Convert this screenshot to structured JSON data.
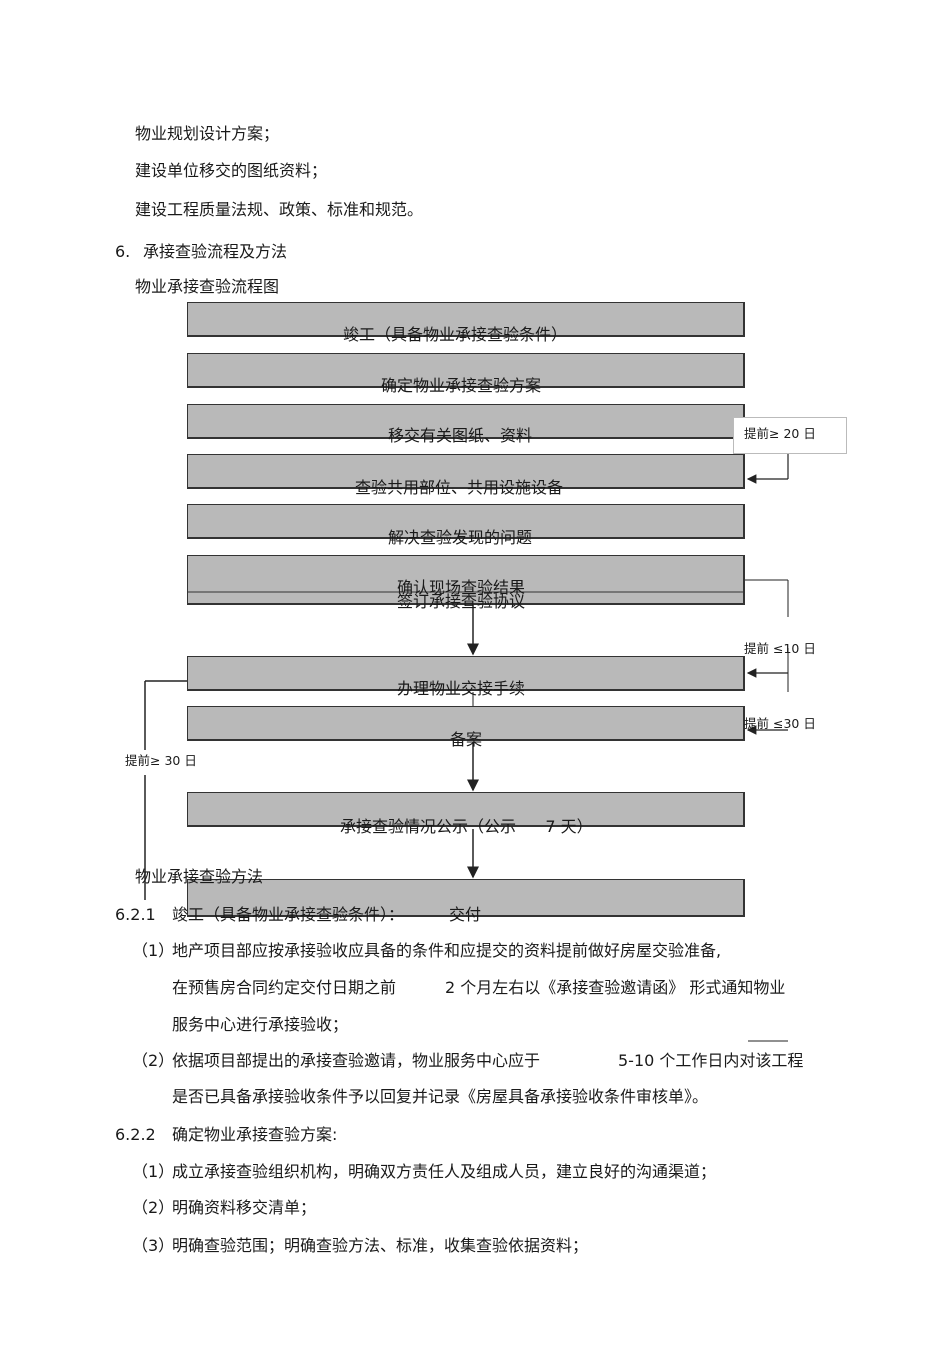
{
  "intro_list": [
    "物业规划设计方案；",
    "建设单位移交的图纸资料；",
    "建设工程质量法规、政策、标准和规范。"
  ],
  "section6": {
    "number": "6.",
    "title": "承接查验流程及方法"
  },
  "flowchart": {
    "title": "物业承接查验流程图",
    "steps": [
      "竣工（具备物业承接查验条件）",
      "确定物业承接查验方案",
      "移交有关图纸、资料",
      "查验共用部位、共用设施设备",
      "解决查验发现的问题",
      "确认现场查验结果",
      "签订承接查验协议",
      "办理物业交接手续",
      "备案",
      "承接查验情况公示（公示",
      "7 天）"
    ],
    "notes": {
      "ahead_20": "提前≥ 20 日",
      "ahead_10": "提前 ≤10 日",
      "ahead_30_right": "提前 ≤30 日",
      "ahead_30_left": "提前≥ 30 日"
    }
  },
  "method_title": "物业承接查验方法",
  "s621": {
    "number": "6.2.1",
    "title": "竣工（具备物业承接查验条件）：",
    "suffix": "交付",
    "items": [
      {
        "num": "（1）",
        "lines": [
          "地产项目部应按承接验收应具备的条件和应提交的资料提前做好房屋交验准备,",
          "在预售房合同约定交付日期之前",
          "2 个月左右以《承接查验邀请函》 形式通知物业",
          "服务中心进行承接验收；"
        ]
      },
      {
        "num": "（2）",
        "lines": [
          "依据项目部提出的承接查验邀请，物业服务中心应于",
          "5-10 个工作日内对该工程",
          "是否已具备承接验收条件予以回复并记录《房屋具备承接验收条件审核单》。"
        ]
      }
    ]
  },
  "s622": {
    "number": "6.2.2",
    "title": "确定物业承接查验方案:",
    "items": [
      {
        "num": "（1）",
        "text": "成立承接查验组织机构，明确双方责任人及组成人员，建立良好的沟通渠道；"
      },
      {
        "num": "（2）",
        "text": "明确资料移交清单；"
      },
      {
        "num": "（3）",
        "text": "明确查验范围；明确查验方法、标准，收集查验依据资料；"
      }
    ]
  }
}
